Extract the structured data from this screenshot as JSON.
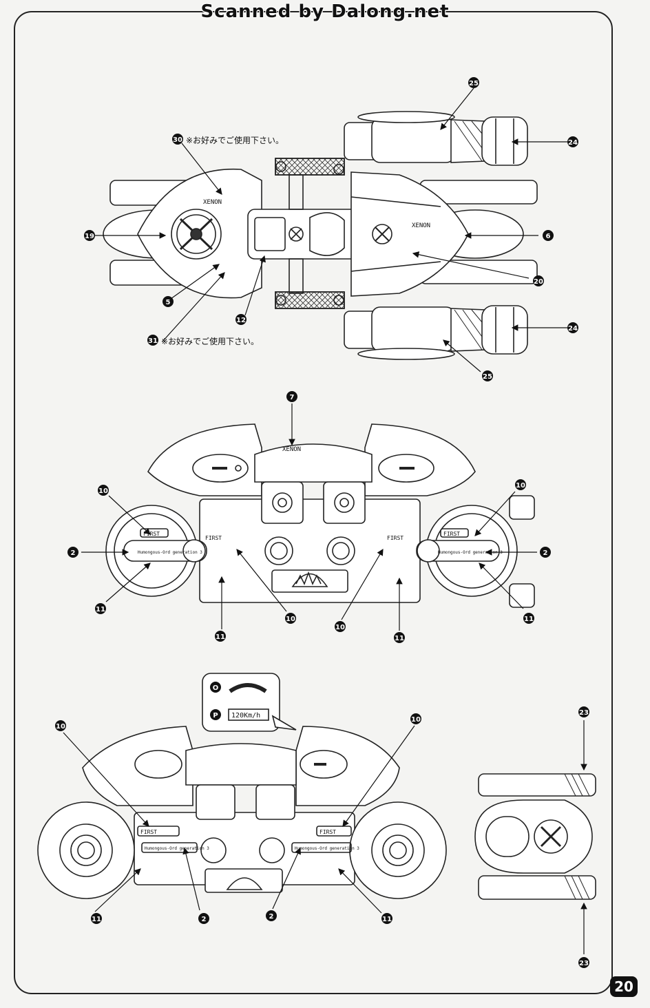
{
  "watermark": "Scanned by Dalong.net",
  "page_number": "20",
  "notes": {
    "note30": "※お好みでご使用下さい。",
    "note31": "※お好みでご使用下さい。"
  },
  "callouts": {
    "c30": "30",
    "c31": "31",
    "c19": "19",
    "c5": "5",
    "c12": "12",
    "c6": "6",
    "c20": "20",
    "c25a": "25",
    "c25b": "25",
    "c24a": "24",
    "c24b": "24",
    "c7": "7",
    "m10a": "10",
    "m10b": "10",
    "m10c": "10",
    "m10d": "10",
    "m2a": "2",
    "m2b": "2",
    "m11a": "11",
    "m11b": "11",
    "m11c": "11",
    "m11d": "11",
    "b10a": "10",
    "b10b": "10",
    "b11a": "11",
    "b11b": "11",
    "b2a": "2",
    "b2b": "2",
    "c23a": "23",
    "c23b": "23"
  },
  "display_panel": {
    "label_o": "O",
    "label_p": "P",
    "speed_readout": "120Km/h"
  },
  "decal_texts": {
    "xenon": "XENON",
    "first": "FIRST",
    "humongous": "Humongous-Ord generation 3"
  }
}
